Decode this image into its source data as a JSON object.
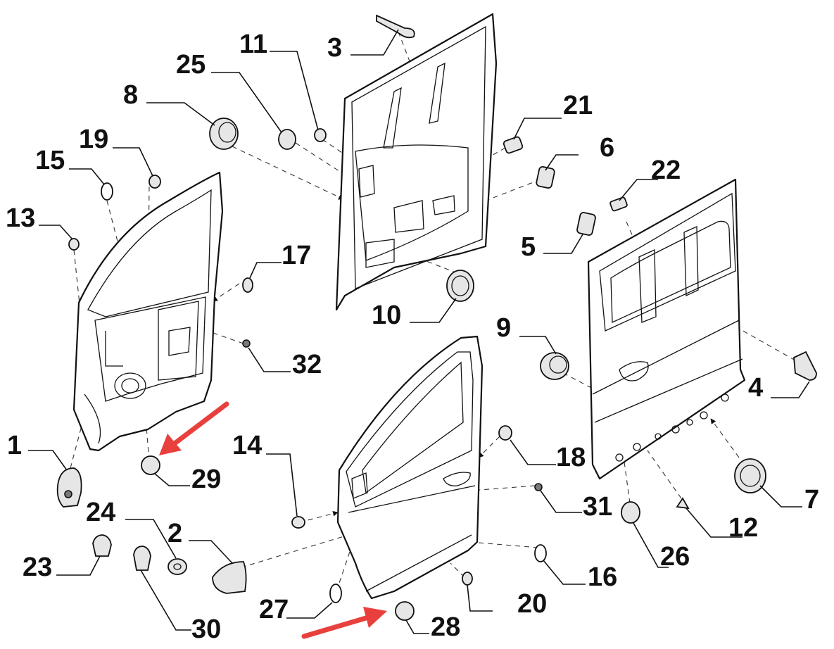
{
  "diagram": {
    "callouts": [
      {
        "id": "1",
        "label": "1"
      },
      {
        "id": "2",
        "label": "2"
      },
      {
        "id": "3",
        "label": "3"
      },
      {
        "id": "4",
        "label": "4"
      },
      {
        "id": "5",
        "label": "5"
      },
      {
        "id": "6",
        "label": "6"
      },
      {
        "id": "7",
        "label": "7"
      },
      {
        "id": "8",
        "label": "8"
      },
      {
        "id": "9",
        "label": "9"
      },
      {
        "id": "10",
        "label": "10"
      },
      {
        "id": "11",
        "label": "11"
      },
      {
        "id": "12",
        "label": "12"
      },
      {
        "id": "13",
        "label": "13"
      },
      {
        "id": "14",
        "label": "14"
      },
      {
        "id": "15",
        "label": "15"
      },
      {
        "id": "16",
        "label": "16"
      },
      {
        "id": "17",
        "label": "17"
      },
      {
        "id": "18",
        "label": "18"
      },
      {
        "id": "19",
        "label": "19"
      },
      {
        "id": "20",
        "label": "20"
      },
      {
        "id": "21",
        "label": "21"
      },
      {
        "id": "22",
        "label": "22"
      },
      {
        "id": "23",
        "label": "23"
      },
      {
        "id": "24",
        "label": "24"
      },
      {
        "id": "25",
        "label": "25"
      },
      {
        "id": "26",
        "label": "26"
      },
      {
        "id": "27",
        "label": "27"
      },
      {
        "id": "28",
        "label": "28"
      },
      {
        "id": "29",
        "label": "29"
      },
      {
        "id": "30",
        "label": "30"
      },
      {
        "id": "31",
        "label": "31"
      },
      {
        "id": "32",
        "label": "32"
      }
    ],
    "highlight_arrows": [
      {
        "points_to": "29",
        "color": "#e8413d"
      },
      {
        "points_to": "28",
        "color": "#e8413d"
      }
    ],
    "colors": {
      "line": "#111111",
      "highlight": "#e8413d",
      "background": "#ffffff"
    }
  }
}
